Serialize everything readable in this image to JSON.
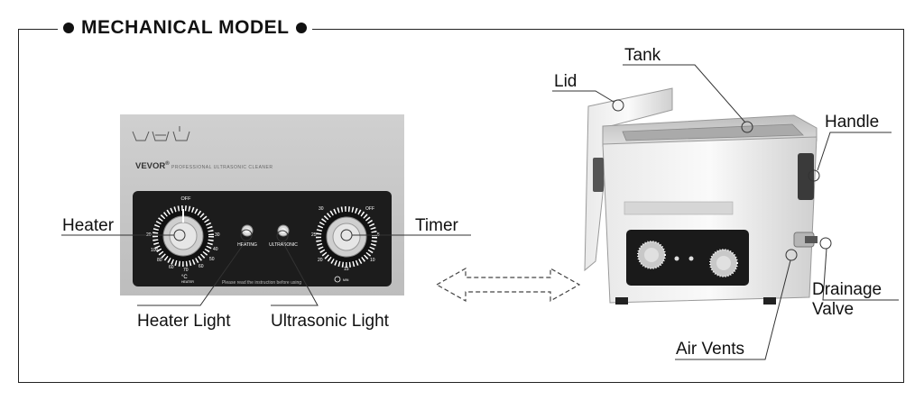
{
  "header": {
    "title": "MECHANICAL MODEL"
  },
  "panel": {
    "brand": "VEVOR",
    "trademark": "®",
    "tagline": "PROFESSIONAL ULTRASONIC CLEANER",
    "heater_off": "OFF",
    "heater_scale": [
      "100",
      "80",
      "60",
      "70",
      "60",
      "50",
      "30",
      "20",
      "40"
    ],
    "heater_unit": "°C",
    "heater_caption": "HEATER",
    "heating_label": "HEATING",
    "ultrasonic_label": "ULTRASONIC",
    "timer_scale": [
      "30",
      "25",
      "20",
      "15",
      "10",
      "5",
      "OFF"
    ],
    "timer_caption": "MIN",
    "note": "Please read the instruction before using"
  },
  "callouts": {
    "heater": "Heater",
    "timer": "Timer",
    "heater_light": "Heater Light",
    "ultrasonic_light": "Ultrasonic Light",
    "lid": "Lid",
    "tank": "Tank",
    "handle": "Handle",
    "drainage_valve_line1": "Drainage",
    "drainage_valve_line2": "Valve",
    "air_vents": "Air Vents"
  },
  "colors": {
    "panel_bg": "#c9c9c9",
    "dial_bg": "#1c1c1c",
    "line": "#333333"
  }
}
